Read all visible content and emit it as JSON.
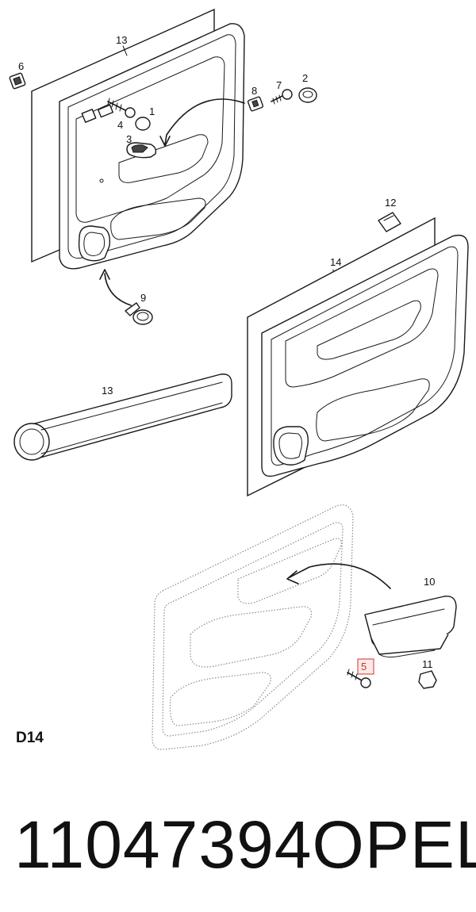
{
  "diagram": {
    "section_code": "D14",
    "callouts": {
      "c13a": "13",
      "c6": "6",
      "c8": "8",
      "c7": "7",
      "c2": "2",
      "c1": "1",
      "c4": "4",
      "c3": "3",
      "c9": "9",
      "c12": "12",
      "c14": "14",
      "c13b": "13",
      "c10": "10",
      "c5": "5",
      "c11": "11"
    },
    "highlighted_callout": "5",
    "highlight_color": "#d9534f"
  },
  "footer": {
    "part_number": "11047394",
    "brand": "OPEL"
  }
}
